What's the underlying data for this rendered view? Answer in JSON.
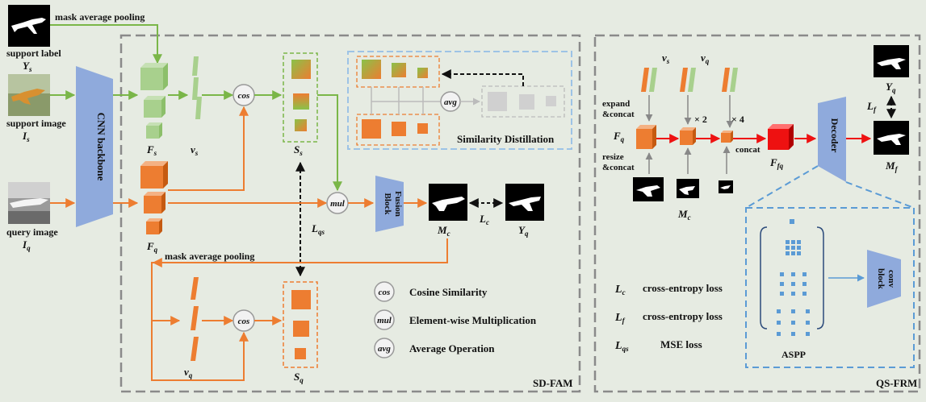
{
  "colors": {
    "background": "#e6ebe2",
    "support_path": "#7ab648",
    "query_path": "#ed7d31",
    "cube_green": "#a8d08d",
    "cube_orange": "#ed7d31",
    "cube_red": "#ee1111",
    "module_blue": "#8faadc",
    "distill_border": "#9dc3e6",
    "grey_block": "#d0d0d0",
    "dashed_module": "#8a8a8a"
  },
  "left_inputs": {
    "support_label": "support label",
    "support_label_var": "Y",
    "support_label_sub": "s",
    "support_image": "support image",
    "support_image_var": "I",
    "support_image_sub": "s",
    "query_image": "query image",
    "query_image_var": "I",
    "query_image_sub": "q",
    "mask_pool_top": "mask average pooling",
    "mask_pool_bottom": "mask average pooling"
  },
  "backbone": {
    "label": "CNN backbone"
  },
  "sd_fam": {
    "module_name": "SD-FAM",
    "Fs": {
      "v": "F",
      "s": "s"
    },
    "Fq": {
      "v": "F",
      "s": "q"
    },
    "vs": {
      "v": "v",
      "s": "s"
    },
    "vq": {
      "v": "v",
      "s": "q"
    },
    "Ss": {
      "v": "S",
      "s": "s"
    },
    "Sq": {
      "v": "S",
      "s": "q"
    },
    "Mc": {
      "v": "M",
      "s": "c"
    },
    "Yq": {
      "v": "Y",
      "s": "q"
    },
    "Lc": {
      "v": "L",
      "s": "c"
    },
    "Lqs": {
      "v": "L",
      "s": "qs"
    },
    "cos": "cos",
    "mul": "mul",
    "avg": "avg",
    "fusion_line1": "Fusion",
    "fusion_line2": "Block",
    "distillation_label": "Similarity Distillation",
    "legend": [
      {
        "symbol": "cos",
        "text": "Cosine Similarity"
      },
      {
        "symbol": "mul",
        "text": "Element-wise Multiplication"
      },
      {
        "symbol": "avg",
        "text": "Average Operation"
      }
    ]
  },
  "qs_frm": {
    "module_name": "QS-FRM",
    "vs": {
      "v": "v",
      "s": "s"
    },
    "vq": {
      "v": "v",
      "s": "q"
    },
    "Fq": {
      "v": "F",
      "s": "q"
    },
    "Ffq": {
      "v": "F",
      "s": "fq"
    },
    "Mc": {
      "v": "M",
      "s": "c"
    },
    "Mf": {
      "v": "M",
      "s": "f"
    },
    "Yq": {
      "v": "Y",
      "s": "q"
    },
    "Lf": {
      "v": "L",
      "s": "f"
    },
    "expand_line1": "expand",
    "expand_line2": "&concat",
    "resize_line1": "resize",
    "resize_line2": "&concat",
    "x2": "× 2",
    "x4": "× 4",
    "concat": "concat",
    "decoder": "Decoder",
    "aspp": "ASPP",
    "conv_line1": "conv",
    "conv_line2": "block",
    "losses": [
      {
        "v": "L",
        "s": "c",
        "text": "cross-entropy loss"
      },
      {
        "v": "L",
        "s": "f",
        "text": "cross-entropy loss"
      },
      {
        "v": "L",
        "s": "qs",
        "text": "MSE loss"
      }
    ]
  }
}
